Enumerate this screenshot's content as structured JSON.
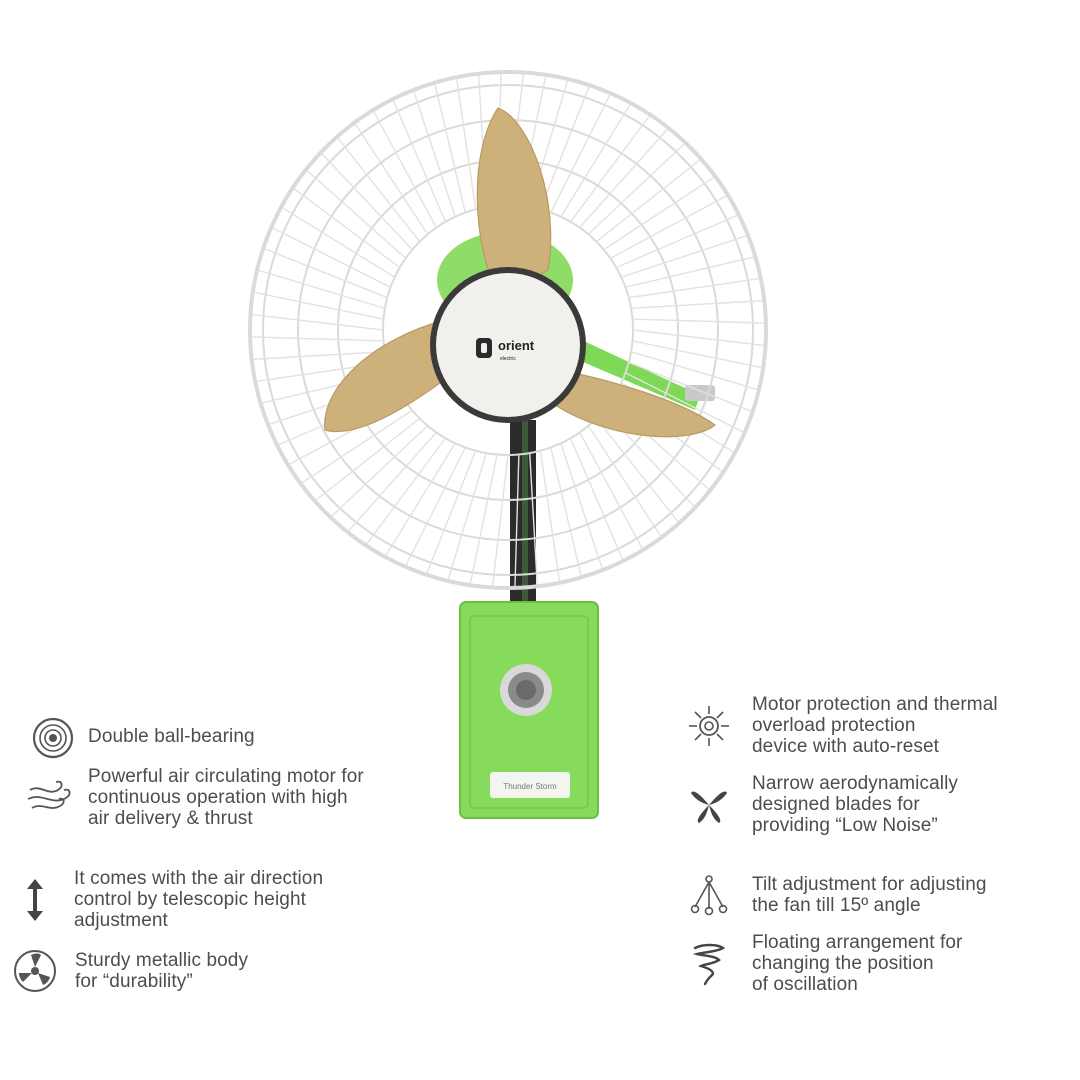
{
  "product": {
    "brand_logo_text": "orient",
    "brand_logo_subtext": "electric",
    "panel_label": "Thunder Storm"
  },
  "features_left": [
    {
      "icon": "ball-bearing-icon",
      "lines": [
        "Double ball-bearing"
      ]
    },
    {
      "icon": "air-flow-icon",
      "lines": [
        "Powerful air circulating motor for",
        "continuous operation with high",
        "air delivery & thrust"
      ]
    },
    {
      "icon": "height-adjust-icon",
      "lines": [
        "It comes with the air direction",
        "control by telescopic height",
        "adjustment"
      ]
    },
    {
      "icon": "metallic-body-icon",
      "lines": [
        "Sturdy metallic body",
        "for “durability”"
      ]
    }
  ],
  "features_right": [
    {
      "icon": "motor-protection-icon",
      "lines": [
        "Motor protection and thermal",
        "overload protection",
        "device with auto-reset"
      ]
    },
    {
      "icon": "blade-icon",
      "lines": [
        "Narrow aerodynamically",
        "designed blades for",
        "providing “Low Noise”"
      ]
    },
    {
      "icon": "tilt-icon",
      "lines": [
        "Tilt adjustment for adjusting",
        "the fan till 15º angle"
      ]
    },
    {
      "icon": "oscillation-icon",
      "lines": [
        "Floating arrangement for",
        "changing the position",
        "of oscillation"
      ]
    }
  ],
  "colors": {
    "fan_body_green": "#7ed957",
    "blade_gold": "#cdb07a",
    "guard_white": "#f2f2f2",
    "text_gray": "#4d4d4d"
  }
}
